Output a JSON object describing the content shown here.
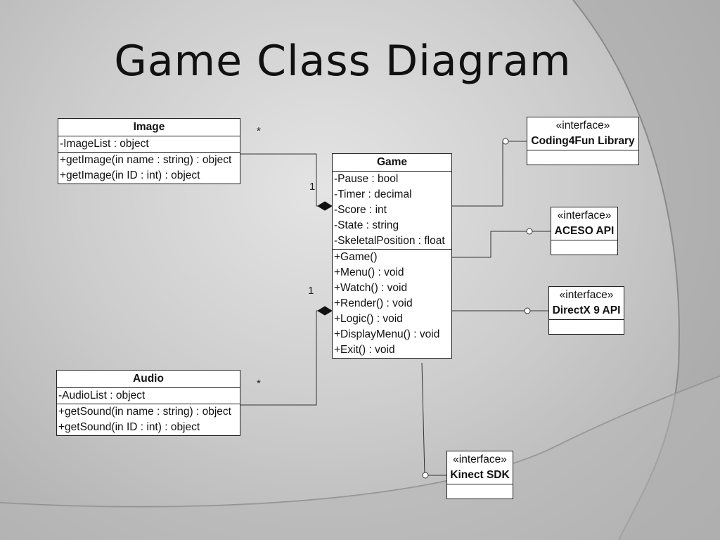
{
  "title": "Game Class Diagram",
  "classes": {
    "image": {
      "name": "Image",
      "attributes": [
        "-ImageList : object"
      ],
      "methods": [
        "+getImage(in name : string) : object",
        "+getImage(in ID : int) : object"
      ]
    },
    "game": {
      "name": "Game",
      "attributes": [
        "-Pause : bool",
        "-Timer : decimal",
        "-Score : int",
        "-State : string",
        "-SkeletalPosition : float"
      ],
      "methods": [
        "+Game()",
        "+Menu() : void",
        "+Watch() : void",
        "+Render() : void",
        "+Logic() : void",
        "+DisplayMenu() : void",
        "+Exit() : void"
      ]
    },
    "audio": {
      "name": "Audio",
      "attributes": [
        "-AudioList : object"
      ],
      "methods": [
        "+getSound(in name : string) : object",
        "+getSound(in ID : int) : object"
      ]
    },
    "coding4fun": {
      "stereotype": "«interface»",
      "name": "Coding4Fun Library"
    },
    "aceso": {
      "stereotype": "«interface»",
      "name": "ACESO API"
    },
    "directx": {
      "stereotype": "«interface»",
      "name": "DirectX 9 API"
    },
    "kinect": {
      "stereotype": "«interface»",
      "name": "Kinect SDK"
    }
  },
  "multiplicities": {
    "image_end": "*",
    "game_image_end": "1",
    "audio_end": "*",
    "game_audio_end": "1"
  }
}
